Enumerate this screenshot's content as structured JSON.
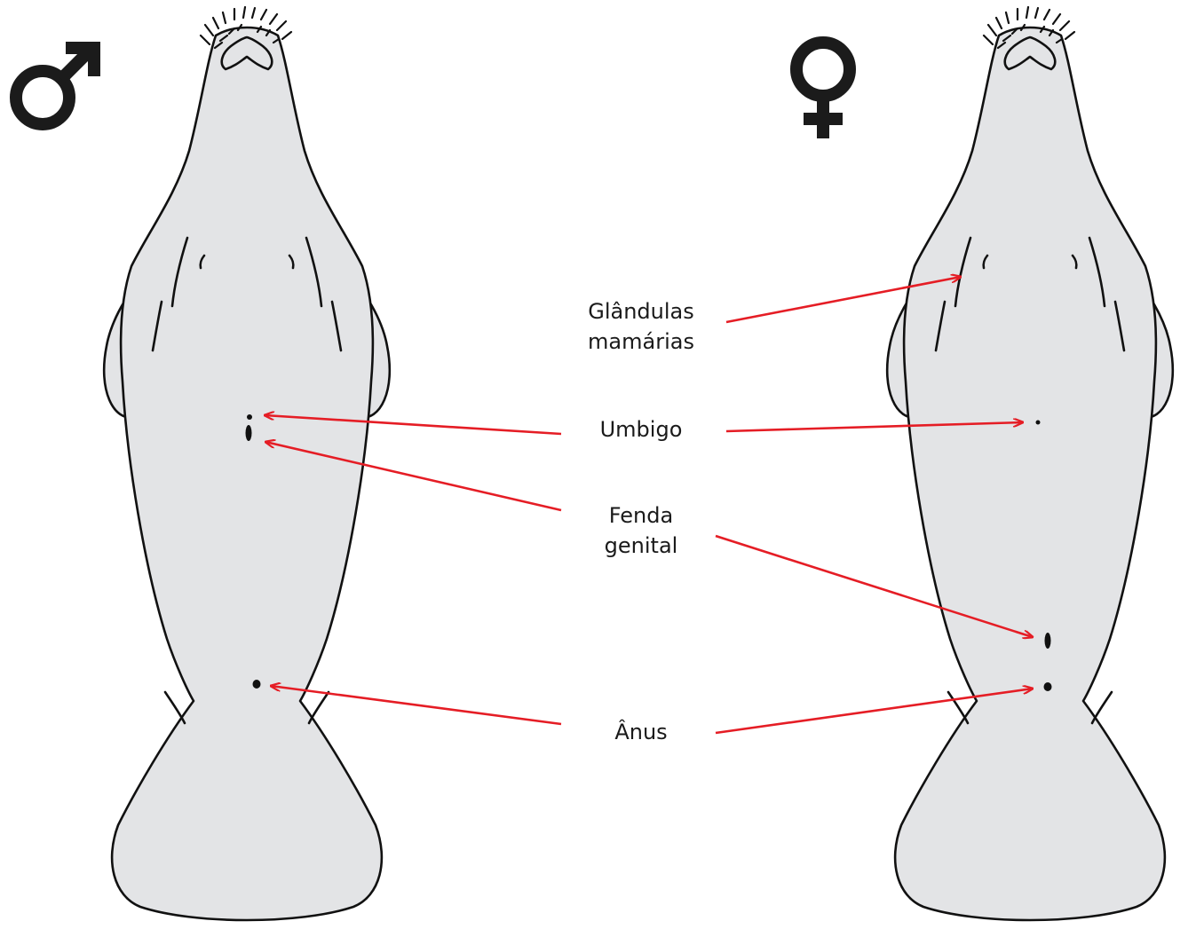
{
  "symbols": {
    "male": "♂",
    "female": "♀"
  },
  "labels": {
    "mammary_line1": "Glândulas",
    "mammary_line2": "mamárias",
    "navel": "Umbigo",
    "genital_line1": "Fenda",
    "genital_line2": "genital",
    "anus": "Ânus"
  },
  "colors": {
    "arrow": "#e51d25",
    "body_fill": "#e3e4e6",
    "outline": "#111111"
  }
}
